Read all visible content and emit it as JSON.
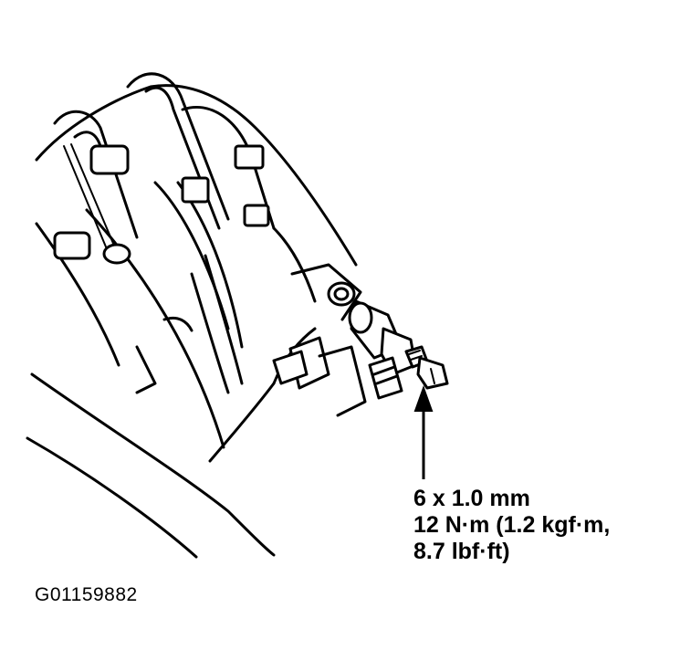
{
  "callout": {
    "line1": "6 x 1.0 mm",
    "line2": "12 N·m (1.2 kgf·m,",
    "line3": "8.7 lbf·ft)"
  },
  "figure_id": "G01159882",
  "icons": {
    "engine": "engine-assembly-illustration",
    "sensor": "sensor-illustration",
    "o_ring": "o-ring-illustration",
    "bolt": "bolt-illustration",
    "arrow": "arrow-up-icon"
  }
}
